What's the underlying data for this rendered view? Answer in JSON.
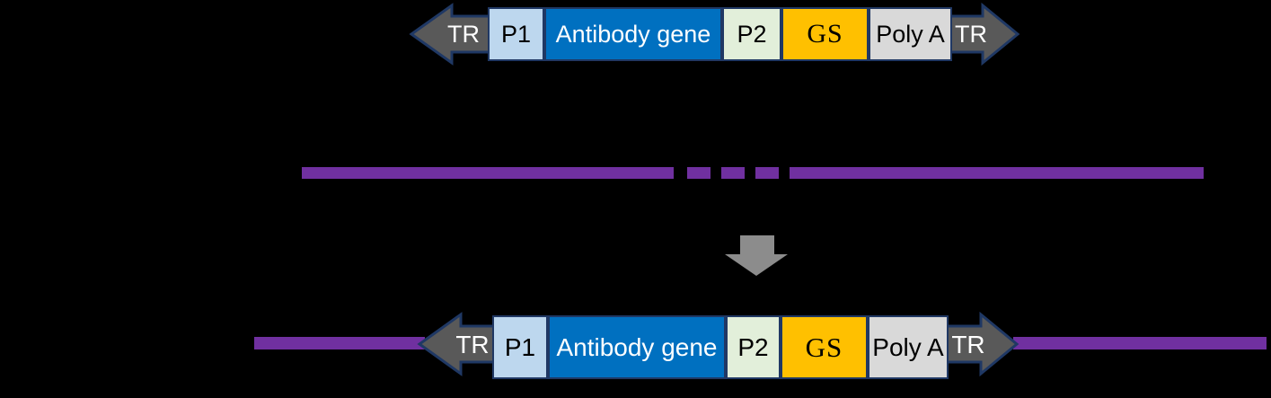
{
  "diagram": {
    "construct": {
      "segments": [
        {
          "id": "tr-left",
          "label": "TR",
          "kind": "arrow-left",
          "fill": "#595959",
          "text_color": "#FFFFFF"
        },
        {
          "id": "p1",
          "label": "P1",
          "kind": "box",
          "fill": "#BDD7EE",
          "text_color": "#000000"
        },
        {
          "id": "antibody-gene",
          "label": "Antibody gene",
          "kind": "box",
          "fill": "#0070C0",
          "text_color": "#FFFFFF"
        },
        {
          "id": "p2",
          "label": "P2",
          "kind": "box",
          "fill": "#E2EFDA",
          "text_color": "#000000"
        },
        {
          "id": "gs",
          "label": "GS",
          "kind": "box",
          "fill": "#FFC000",
          "text_color": "#000000",
          "serif": true
        },
        {
          "id": "poly-a",
          "label": "Poly A",
          "kind": "box",
          "fill": "#D9D9D9",
          "text_color": "#000000"
        },
        {
          "id": "tr-right",
          "label": "TR",
          "kind": "arrow-right",
          "fill": "#595959",
          "text_color": "#FFFFFF"
        }
      ]
    },
    "colors": {
      "background": "#000000",
      "arrow_fill": "#595959",
      "arrow_border": "#1F3864",
      "box_border": "#203864",
      "genome_line": "#7030A0",
      "down_arrow": "#8C8C8C"
    }
  }
}
